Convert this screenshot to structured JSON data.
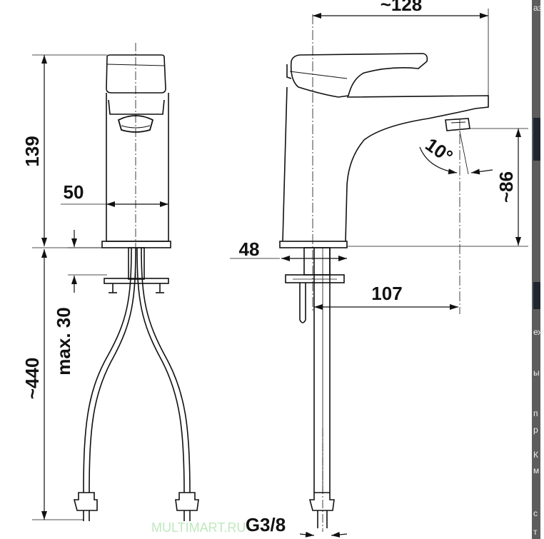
{
  "dimensions": {
    "height_total": "139",
    "body_width": "50",
    "hose_length": "~440",
    "max_counter": "max. 30",
    "base_diameter": "48",
    "spout_reach": "107",
    "overall_length": "~128",
    "spout_height": "~86",
    "spout_angle": "10°",
    "thread": "G3/8"
  },
  "watermark": "MULTIMART.RU",
  "side_panel": {
    "fragments": [
      "аз",
      "еж",
      "ы",
      "п",
      "р",
      "К",
      "м",
      "с",
      "т"
    ]
  }
}
